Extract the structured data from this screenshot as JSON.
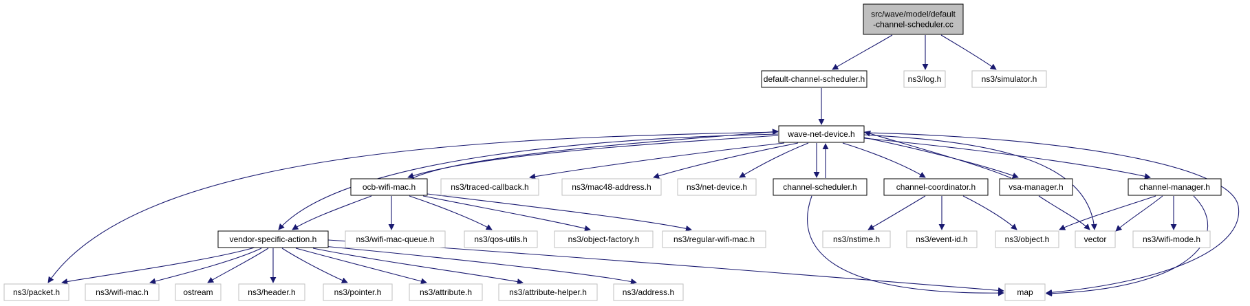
{
  "diagram": {
    "type": "include-dependency-graph",
    "colors": {
      "edge": "#191970",
      "box_border_normal": "#000000",
      "box_border_external": "#bfbfbf",
      "root_fill": "#bfbfbf",
      "text": "#000000"
    },
    "nodes": [
      {
        "id": "root",
        "lines": [
          "src/wave/model/default",
          "-channel-scheduler.cc"
        ],
        "kind": "root"
      },
      {
        "id": "dcs_h",
        "lines": [
          "default-channel-scheduler.h"
        ],
        "kind": "normal"
      },
      {
        "id": "log",
        "lines": [
          "ns3/log.h"
        ],
        "kind": "external"
      },
      {
        "id": "sim",
        "lines": [
          "ns3/simulator.h"
        ],
        "kind": "external"
      },
      {
        "id": "wnd",
        "lines": [
          "wave-net-device.h"
        ],
        "kind": "normal"
      },
      {
        "id": "ocb",
        "lines": [
          "ocb-wifi-mac.h"
        ],
        "kind": "normal"
      },
      {
        "id": "tcb",
        "lines": [
          "ns3/traced-callback.h"
        ],
        "kind": "external"
      },
      {
        "id": "mac48",
        "lines": [
          "ns3/mac48-address.h"
        ],
        "kind": "external"
      },
      {
        "id": "netdev",
        "lines": [
          "ns3/net-device.h"
        ],
        "kind": "external"
      },
      {
        "id": "chsch",
        "lines": [
          "channel-scheduler.h"
        ],
        "kind": "normal"
      },
      {
        "id": "chco",
        "lines": [
          "channel-coordinator.h"
        ],
        "kind": "normal"
      },
      {
        "id": "vsa",
        "lines": [
          "vsa-manager.h"
        ],
        "kind": "normal"
      },
      {
        "id": "chmgr",
        "lines": [
          "channel-manager.h"
        ],
        "kind": "normal"
      },
      {
        "id": "vsact",
        "lines": [
          "vendor-specific-action.h"
        ],
        "kind": "normal"
      },
      {
        "id": "wmq",
        "lines": [
          "ns3/wifi-mac-queue.h"
        ],
        "kind": "external"
      },
      {
        "id": "qos",
        "lines": [
          "ns3/qos-utils.h"
        ],
        "kind": "external"
      },
      {
        "id": "objf",
        "lines": [
          "ns3/object-factory.h"
        ],
        "kind": "external"
      },
      {
        "id": "rwm",
        "lines": [
          "ns3/regular-wifi-mac.h"
        ],
        "kind": "external"
      },
      {
        "id": "nstime",
        "lines": [
          "ns3/nstime.h"
        ],
        "kind": "external"
      },
      {
        "id": "evid",
        "lines": [
          "ns3/event-id.h"
        ],
        "kind": "external"
      },
      {
        "id": "obj",
        "lines": [
          "ns3/object.h"
        ],
        "kind": "external"
      },
      {
        "id": "vector",
        "lines": [
          "vector"
        ],
        "kind": "external"
      },
      {
        "id": "wmode",
        "lines": [
          "ns3/wifi-mode.h"
        ],
        "kind": "external"
      },
      {
        "id": "packet",
        "lines": [
          "ns3/packet.h"
        ],
        "kind": "external"
      },
      {
        "id": "wmac",
        "lines": [
          "ns3/wifi-mac.h"
        ],
        "kind": "external"
      },
      {
        "id": "ostream",
        "lines": [
          "ostream"
        ],
        "kind": "external"
      },
      {
        "id": "header",
        "lines": [
          "ns3/header.h"
        ],
        "kind": "external"
      },
      {
        "id": "pointer",
        "lines": [
          "ns3/pointer.h"
        ],
        "kind": "external"
      },
      {
        "id": "attr",
        "lines": [
          "ns3/attribute.h"
        ],
        "kind": "external"
      },
      {
        "id": "attrh",
        "lines": [
          "ns3/attribute-helper.h"
        ],
        "kind": "external"
      },
      {
        "id": "addr",
        "lines": [
          "ns3/address.h"
        ],
        "kind": "external"
      },
      {
        "id": "map",
        "lines": [
          "map"
        ],
        "kind": "external"
      }
    ],
    "edges": [
      [
        "root",
        "dcs_h"
      ],
      [
        "root",
        "log"
      ],
      [
        "root",
        "sim"
      ],
      [
        "dcs_h",
        "wnd"
      ],
      [
        "wnd",
        "ocb"
      ],
      [
        "wnd",
        "tcb"
      ],
      [
        "wnd",
        "mac48"
      ],
      [
        "wnd",
        "netdev"
      ],
      [
        "wnd",
        "chsch"
      ],
      [
        "wnd",
        "chco"
      ],
      [
        "wnd",
        "vsa"
      ],
      [
        "wnd",
        "chmgr"
      ],
      [
        "wnd",
        "vsact"
      ],
      [
        "wnd",
        "packet"
      ],
      [
        "wnd",
        "vector"
      ],
      [
        "wnd",
        "map"
      ],
      [
        "ocb",
        "wnd"
      ],
      [
        "chsch",
        "wnd"
      ],
      [
        "vsa",
        "wnd"
      ],
      [
        "ocb",
        "vsact"
      ],
      [
        "ocb",
        "wmq"
      ],
      [
        "ocb",
        "qos"
      ],
      [
        "ocb",
        "objf"
      ],
      [
        "ocb",
        "rwm"
      ],
      [
        "chsch",
        "map"
      ],
      [
        "chco",
        "nstime"
      ],
      [
        "chco",
        "evid"
      ],
      [
        "chco",
        "obj"
      ],
      [
        "vsa",
        "vector"
      ],
      [
        "chmgr",
        "obj"
      ],
      [
        "chmgr",
        "vector"
      ],
      [
        "chmgr",
        "wmode"
      ],
      [
        "chmgr",
        "map"
      ],
      [
        "vsact",
        "packet"
      ],
      [
        "vsact",
        "wmac"
      ],
      [
        "vsact",
        "ostream"
      ],
      [
        "vsact",
        "header"
      ],
      [
        "vsact",
        "pointer"
      ],
      [
        "vsact",
        "attr"
      ],
      [
        "vsact",
        "attrh"
      ],
      [
        "vsact",
        "addr"
      ],
      [
        "vsact",
        "map"
      ]
    ]
  }
}
